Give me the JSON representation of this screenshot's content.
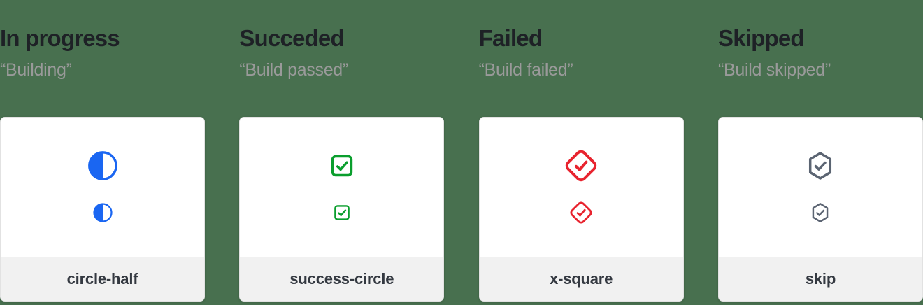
{
  "page": {
    "background_color": "#48704F"
  },
  "columns": [
    {
      "title": "In progress",
      "subtitle": "“Building”",
      "label": "circle-half",
      "icon": "circle-half-icon",
      "color": "#1a66f2"
    },
    {
      "title": "Succeded",
      "subtitle": "“Build passed”",
      "label": "success-circle",
      "icon": "check-square-icon",
      "color": "#0a9e2d"
    },
    {
      "title": "Failed",
      "subtitle": "“Build failed”",
      "label": "x-square",
      "icon": "check-diamond-icon",
      "color": "#e8232e"
    },
    {
      "title": "Skipped",
      "subtitle": "“Build skipped”",
      "label": "skip",
      "icon": "check-hexagon-icon",
      "color": "#5b6472"
    }
  ]
}
